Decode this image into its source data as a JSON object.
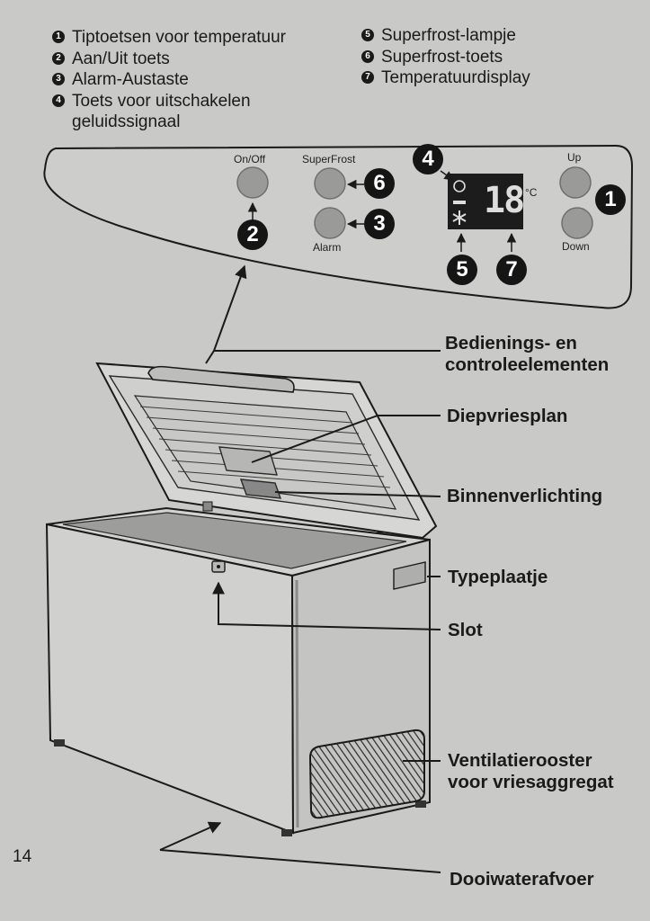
{
  "legend": {
    "left": [
      {
        "num": "1",
        "text": "Tiptoetsen voor temperatuur"
      },
      {
        "num": "2",
        "text": "Aan/Uit toets"
      },
      {
        "num": "3",
        "text": "Alarm-Austaste"
      },
      {
        "num": "4",
        "text": "Toets voor uitschakelen",
        "cont": "geluidssignaal"
      }
    ],
    "right": [
      {
        "num": "5",
        "text": "Superfrost-lampje"
      },
      {
        "num": "6",
        "text": "Superfrost-toets"
      },
      {
        "num": "7",
        "text": "Temperatuurdisplay"
      }
    ]
  },
  "panel": {
    "onoff": "On/Off",
    "superfrost": "SuperFrost",
    "alarm": "Alarm",
    "up": "Up",
    "down": "Down",
    "display_value": "18",
    "unit": "°C",
    "markers": [
      "1",
      "2",
      "3",
      "4",
      "5",
      "6",
      "7"
    ]
  },
  "callouts": {
    "bediening_1": "Bedienings- en",
    "bediening_2": "controleelementen",
    "diepvriesplan": "Diepvriesplan",
    "binnenverlichting": "Binnenverlichting",
    "typeplaatje": "Typeplaatje",
    "slot": "Slot",
    "ventilatie_1": "Ventilatierooster",
    "ventilatie_2": "voor vriesaggregat",
    "dooiwater": "Dooiwaterafvoer"
  },
  "page_number": "14",
  "colors": {
    "background": "#c9c9c7",
    "ink": "#1a1a1a",
    "button": "#9a9a98",
    "display": "#1c1c1c"
  }
}
